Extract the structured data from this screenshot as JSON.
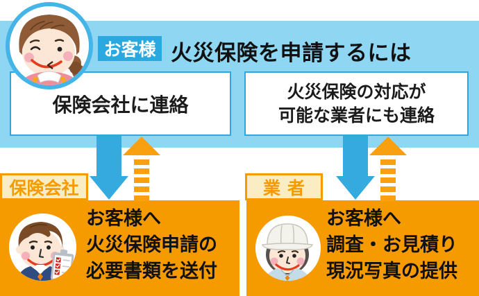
{
  "header": {
    "badge": "お客様",
    "title": "火災保険を申請するには"
  },
  "flow": {
    "left": {
      "step": "保険会社に連絡",
      "actor_label": "保険会社",
      "result_lines": [
        "お客様へ",
        "火災保険申請の",
        "必要書類を送付"
      ]
    },
    "right": {
      "step_lines": [
        "火災保険の対応が",
        "可能な業者にも連絡"
      ],
      "actor_label": "業者",
      "result_lines": [
        "お客様へ",
        "調査・お見積り",
        "現況写真の提供"
      ]
    }
  },
  "icons": {
    "customer": "woman-customer-avatar",
    "insurance": "insurance-agent-avatar",
    "contractor": "construction-worker-avatar",
    "down": "down-arrow",
    "up": "dashed-up-arrow"
  },
  "colors": {
    "light_blue_bg": "#8ED6F1",
    "blue_accent": "#29A9E0",
    "box_border_blue": "#2EA7E0",
    "orange": "#F59B00",
    "arrow_orange": "#F9A011",
    "cream": "#FBEDC3",
    "text_black": "#111111"
  }
}
